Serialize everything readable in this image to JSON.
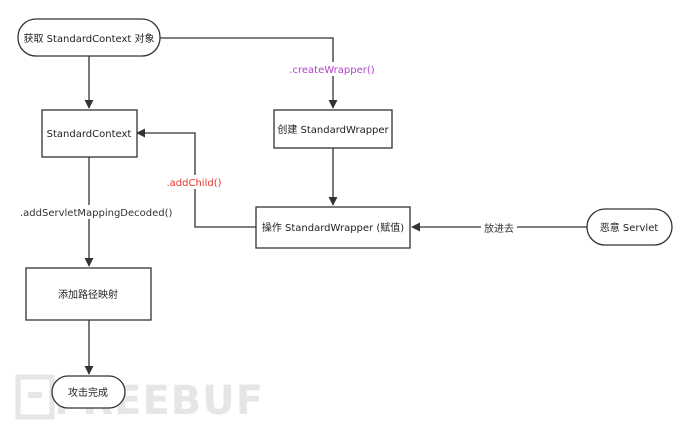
{
  "nodes": {
    "get_context": "获取 StandardContext 对象",
    "standard_context": "StandardContext",
    "create_wrapper": "创建 StandardWrapper",
    "operate_wrapper": "操作 StandardWrapper (赋值)",
    "malicious_servlet": "恶意 Servlet",
    "add_mapping": "添加路径映射",
    "attack_done": "攻击完成"
  },
  "edges": {
    "create_wrapper_call": ".createWrapper()",
    "add_child_call": ".addChild()",
    "add_mapping_call": ".addServletMappingDecoded()",
    "put_in": "放进去"
  },
  "colors": {
    "create_wrapper_call": "#b244c9",
    "add_child_call": "#e8352e",
    "stroke": "#333333"
  },
  "watermark": "FREEBUF"
}
